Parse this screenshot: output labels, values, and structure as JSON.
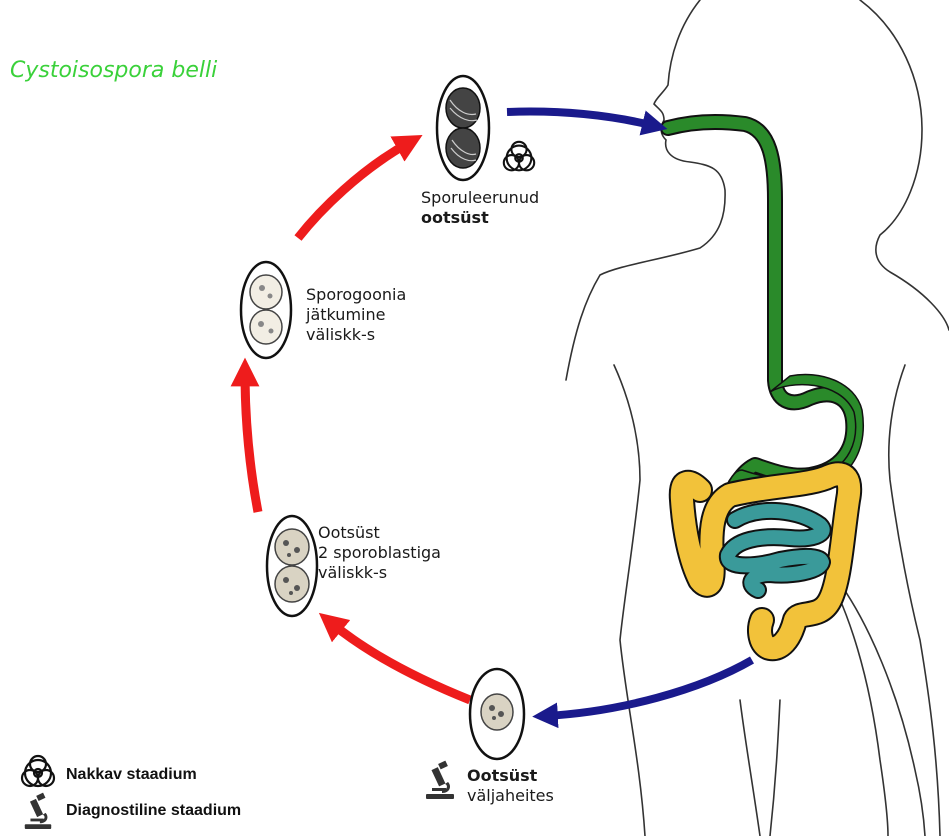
{
  "title": "Cystoisospora belli",
  "colors": {
    "title": "#3ad13a",
    "red_arrow": "#ee1c1c",
    "blue_arrow": "#1a1a8c",
    "esophagus_stomach": "#2a8a2a",
    "small_intestine": "#3a9a9a",
    "large_intestine": "#f2c23a"
  },
  "stages": {
    "sporulated": {
      "line1": "Sporuleerunud",
      "line2": "ootsüst"
    },
    "sporogony": {
      "line1": "Sporogoonia",
      "line2": "jätkumine",
      "line3": "väliskk-s"
    },
    "two_sporoblasts": {
      "line1": "Ootsüst",
      "line2": "2 sporoblastiga",
      "line3": "väliskk-s"
    },
    "feces": {
      "line1": "Ootsüst",
      "line2": "väljaheites"
    }
  },
  "legend": {
    "infective": {
      "icon": "biohazard-icon",
      "label": "Nakkav staadium"
    },
    "diagnostic": {
      "icon": "microscope-icon",
      "label": "Diagnostiline staadium"
    }
  }
}
